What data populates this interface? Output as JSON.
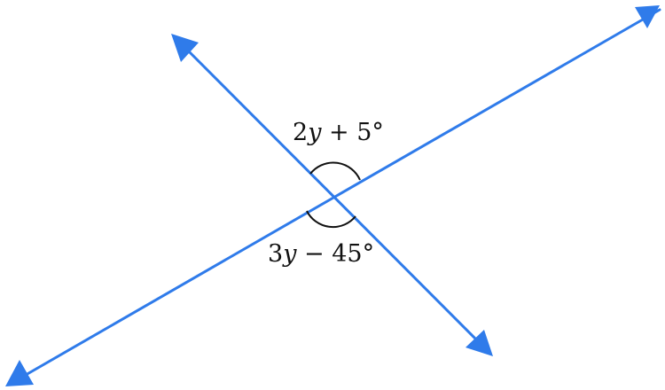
{
  "diagram": {
    "line_color": "#2f7bea",
    "arc_color": "#111111",
    "angle_top": {
      "coef": "2",
      "var": "y",
      "rest": " + 5°"
    },
    "angle_bottom": {
      "coef": "3",
      "var": "y",
      "rest": " − 45°"
    }
  }
}
